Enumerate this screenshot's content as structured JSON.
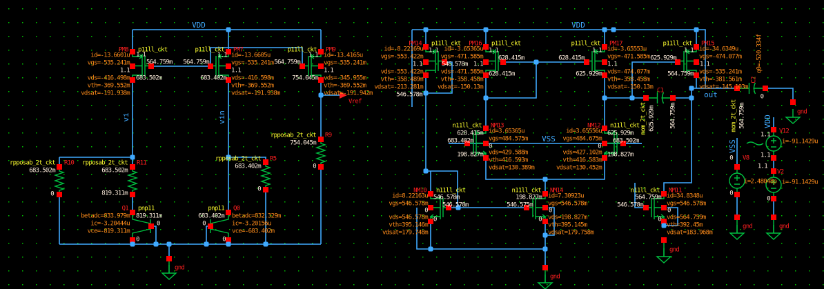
{
  "nets": {
    "vdd_left": "VDD",
    "vdd_right": "VDD",
    "vss": "VSS",
    "vi": "vi",
    "vin": "vin",
    "vref": "Vref",
    "out": "out",
    "vss_src": "VSS",
    "vdd_src": "VDD",
    "gnd": "gnd"
  },
  "colors": {
    "background": "#000000",
    "wire": "#40aaff",
    "device": "#00c040",
    "pin": "#ff0000",
    "instance_name": "#ff2020",
    "model": "#ffff30",
    "param": "#ff8c1a",
    "node_value": "#ffeedd",
    "grid": "#00c000"
  },
  "devices": {
    "PM8": {
      "name": "PM8",
      "model": "p11ll_ckt",
      "params": [
        "id=-13.6601u",
        "vgs=-535.241m",
        "vds=-416.498m",
        "vth=-369.552m",
        "vdsat=-191.938m"
      ],
      "nodes": [
        "1.1",
        "1.1",
        "564.759m",
        "683.502m"
      ]
    },
    "PM7": {
      "name": "PM7",
      "model": "p11ll_ckt",
      "params": [
        "id=-13.6605u",
        "vgs=-535.241m",
        "vds=-416.598m",
        "vth=-369.552m",
        "vdsat=-191.938m"
      ],
      "nodes": [
        "1.1",
        "1.1",
        "564.759m",
        "683.402m"
      ]
    },
    "PM9": {
      "name": "PM9",
      "model": "p11ll_ckt",
      "params": [
        "id=-13.4165u",
        "vgs=-535.241m",
        "vds=-345.955m",
        "vth=-369.552m",
        "vdsat=-191.942m"
      ],
      "nodes": [
        "1.1",
        "1.1",
        "564.759m",
        "754.045m"
      ]
    },
    "PM14": {
      "name": "PM14",
      "model": "p11ll_ckt",
      "params": [
        "id=-8.22169u",
        "vgs=-553.422m",
        "vds=-553.422m",
        "vth=-358.489m",
        "vdsat=-213.281m"
      ],
      "nodes": [
        "1.1",
        "1.1",
        "546.578m",
        "546.578m"
      ]
    },
    "PM16": {
      "name": "PM16",
      "model": "p11ll_ckt",
      "params": [
        "id=-3.65365u",
        "vgs=-471.585m",
        "vds=-471.585m",
        "vth=-358.458m",
        "vdsat=-150.13m"
      ],
      "nodes": [
        "1.1",
        "1.1",
        "628.415m",
        "628.415m"
      ]
    },
    "PM17": {
      "name": "PM17",
      "model": "p11ll_ckt",
      "params": [
        "id=-3.65553u",
        "vgs=-471.585m",
        "vds=-474.077m",
        "vth=-358.458m",
        "vdsat=-150.13m"
      ],
      "nodes": [
        "1.1",
        "1.1",
        "628.415m",
        "625.929m"
      ]
    },
    "PM15": {
      "name": "PM15",
      "model": "p11ll_ckt",
      "params": [
        "id=-34.6349u",
        "vgs=-474.077m",
        "vds=-535.241m",
        "vth=-381.561m",
        "vdsat=-145.103m"
      ],
      "nodes": [
        "1.1",
        "1.1",
        "625.929m",
        "564.759m"
      ]
    },
    "NM13": {
      "name": "NM13",
      "model": "n11ll_ckt",
      "params": [
        "id=3.65365u",
        "vgs=484.575m",
        "vds=429.588m",
        "vth=416.593m",
        "vdsat=130.389m"
      ],
      "nodes": [
        "628.415m",
        "683.402m",
        "198.827m",
        "0"
      ]
    },
    "NM12": {
      "name": "NM12",
      "model": "n11ll_ckt",
      "params": [
        "id=3.65556u",
        "vgs=484.675m",
        "vds=427.102m",
        "vth=416.583m",
        "vdsat=130.452m"
      ],
      "nodes": [
        "625.929m",
        "683.502m",
        "198.827m",
        "0"
      ]
    },
    "NM10": {
      "name": "NM10",
      "model": "n11ll_ckt",
      "params": [
        "id=8.22163u",
        "vgs=546.578m",
        "vds=546.578m",
        "vth=395.146m",
        "vdsat=179.748m"
      ],
      "nodes": [
        "546.578m",
        "546.578m",
        "0",
        "0"
      ]
    },
    "NM14": {
      "name": "NM14",
      "model": "n11ll_ckt",
      "params": [
        "id=7.30923u",
        "vgs=546.578m",
        "vds=198.827m",
        "vth=395.145m",
        "vdsat=179.758m"
      ],
      "nodes": [
        "198.827m",
        "546.575m",
        "0",
        "0"
      ]
    },
    "NM11": {
      "name": "NM11",
      "model": "n11ll_ckt",
      "params": [
        "id=34.8348u",
        "vgs=546.578m",
        "vds=564.759m",
        "vth=392.45m",
        "vdsat=183.968m"
      ],
      "nodes": [
        "564.759m",
        "546.578m",
        "0",
        "0"
      ]
    },
    "Q1": {
      "name": "Q1",
      "model": "pnp11",
      "params": [
        "betadc=833.979m",
        "ic=-3.20444u",
        "vce=-819.311m"
      ],
      "nodes": [
        "819.311m",
        "0",
        "0"
      ]
    },
    "Q0": {
      "name": "Q0",
      "model": "pnp11",
      "params": [
        "betadc=832.329m",
        "ic=-3.20156u",
        "vce=-683.402m"
      ],
      "nodes": [
        "683.402m",
        "0",
        "0"
      ]
    },
    "R10": {
      "name": "R10",
      "model": "rpposab_2t_ckt",
      "nodes": [
        "683.502m",
        "0"
      ]
    },
    "R11": {
      "name": "R11",
      "model": "rpposab_2t_ckt",
      "nodes": [
        "683.502m",
        "819.311m"
      ]
    },
    "R5": {
      "name": "R5",
      "model": "rpposab_2t_ckt",
      "nodes": [
        "683.402m",
        "0"
      ]
    },
    "R9": {
      "name": "R9",
      "model": "rpposab_2t_ckt",
      "nodes": [
        "754.045m",
        "0"
      ]
    },
    "C1": {
      "name": "C1",
      "model": "mom_2t_ckt",
      "nodes": [
        "625.929m",
        "564.759m"
      ]
    },
    "C2": {
      "name": "C2",
      "model": "mom_2t_ckt",
      "params": [
        "q0=-520.334f"
      ],
      "nodes": [
        "564.759m",
        "0"
      ]
    },
    "V8": {
      "name": "V8",
      "params": [
        "i=2.48048p"
      ],
      "nodes": [
        "0",
        "0"
      ]
    },
    "V12": {
      "name": "V12",
      "params": [
        "i=-91.1429u"
      ],
      "nodes": [
        "1.1",
        "1.1"
      ]
    },
    "V2": {
      "name": "V2",
      "params": [
        "i=-91.1429u"
      ],
      "nodes": [
        "1.1",
        "0"
      ]
    }
  }
}
